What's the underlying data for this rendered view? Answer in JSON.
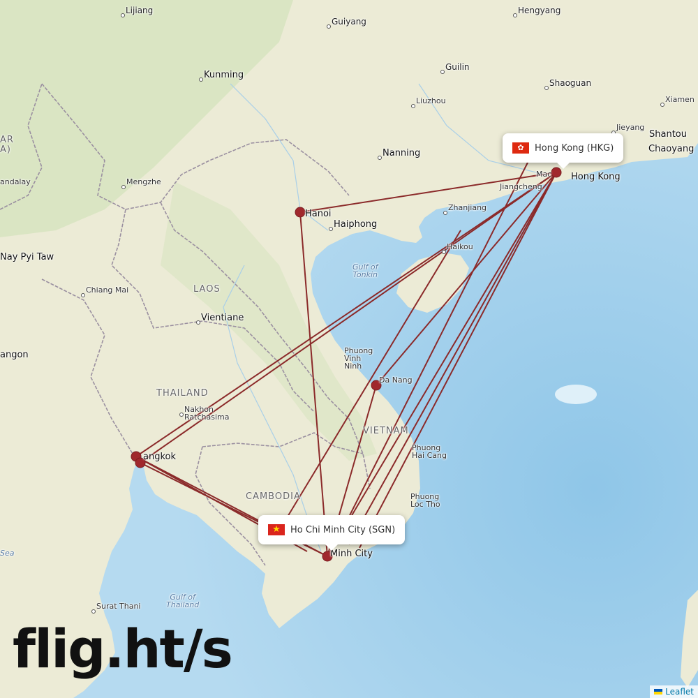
{
  "map": {
    "colors": {
      "sea": "#b9dcf0",
      "land": "#ecebd6",
      "forest": "#cfe0b4",
      "border": "#9a8fa0",
      "route": "#8b2a2a",
      "airport": "#a0282d"
    },
    "labels": [
      {
        "text": "Lijiang",
        "kind": "city",
        "dot": true
      },
      {
        "text": "Guiyang",
        "kind": "city",
        "dot": true
      },
      {
        "text": "Hengyang",
        "kind": "city",
        "dot": true
      },
      {
        "text": "Kunming",
        "kind": "bigcity",
        "dot": true
      },
      {
        "text": "Guilin",
        "kind": "city",
        "dot": true
      },
      {
        "text": "Shaoguan",
        "kind": "city",
        "dot": true
      },
      {
        "text": "Liuzhou",
        "kind": "small",
        "dot": true
      },
      {
        "text": "Xiamen",
        "kind": "small",
        "dot": true
      },
      {
        "text": "Jieyang",
        "kind": "small",
        "dot": true
      },
      {
        "text": "Shantou",
        "kind": "bigcity",
        "dot": false
      },
      {
        "text": "Chaoyang",
        "kind": "bigcity",
        "dot": false
      },
      {
        "text": "Nanning",
        "kind": "bigcity",
        "dot": true
      },
      {
        "text": "Hong Kong",
        "kind": "bigcity",
        "dot": false
      },
      {
        "text": "Jiangcheng",
        "kind": "small",
        "dot": false
      },
      {
        "text": "Mac",
        "kind": "small",
        "dot": false
      },
      {
        "text": "Zhanjiang",
        "kind": "small",
        "dot": true
      },
      {
        "text": "Haikou",
        "kind": "small",
        "dot": true
      },
      {
        "text": "Mengzhe",
        "kind": "small",
        "dot": true
      },
      {
        "text": "andalay",
        "kind": "small",
        "dot": false
      },
      {
        "text": "AR",
        "kind": "country",
        "dot": false
      },
      {
        "text": "A)",
        "kind": "country",
        "dot": false
      },
      {
        "text": "Nay Pyi Taw",
        "kind": "bigcity",
        "dot": false
      },
      {
        "text": "Hanoi",
        "kind": "bigcity",
        "dot": false
      },
      {
        "text": "Haiphong",
        "kind": "bigcity",
        "dot": true
      },
      {
        "text": "Gulf of\nTonkin",
        "kind": "water",
        "dot": false
      },
      {
        "text": "Chiang Mai",
        "kind": "small",
        "dot": true
      },
      {
        "text": "LAOS",
        "kind": "country",
        "dot": false
      },
      {
        "text": "Vientiane",
        "kind": "bigcity",
        "dot": true
      },
      {
        "text": "angon",
        "kind": "bigcity",
        "dot": false
      },
      {
        "text": "Phuong\nVinh\nNinh",
        "kind": "small",
        "dot": false
      },
      {
        "text": "Da Nang",
        "kind": "small",
        "dot": false
      },
      {
        "text": "THAILAND",
        "kind": "country",
        "dot": false
      },
      {
        "text": "Nakhon\nRatchasima",
        "kind": "small",
        "dot": true
      },
      {
        "text": "VIETNAM",
        "kind": "country",
        "dot": false
      },
      {
        "text": "Phuong\nHai Cang",
        "kind": "small",
        "dot": false
      },
      {
        "text": "angkok",
        "kind": "bigcity",
        "dot": false
      },
      {
        "text": "CAMBODIA",
        "kind": "country",
        "dot": false
      },
      {
        "text": "Phuong\nLoc Tho",
        "kind": "small",
        "dot": false
      },
      {
        "text": "Minh City",
        "kind": "bigcity",
        "dot": false
      },
      {
        "text": "Sea",
        "kind": "water",
        "dot": false
      },
      {
        "text": "Surat Thani",
        "kind": "small",
        "dot": true
      },
      {
        "text": "Gulf of\nThailand",
        "kind": "water",
        "dot": false
      }
    ],
    "popups": [
      {
        "id": "hkg",
        "flag": "hk-flag-icon",
        "label": "Hong Kong (HKG)"
      },
      {
        "id": "sgn",
        "flag": "vn-flag-icon",
        "label": "Ho Chi Minh City (SGN)"
      }
    ]
  },
  "branding": {
    "logo": "flig.ht/s",
    "attribution": "Leaflet"
  }
}
